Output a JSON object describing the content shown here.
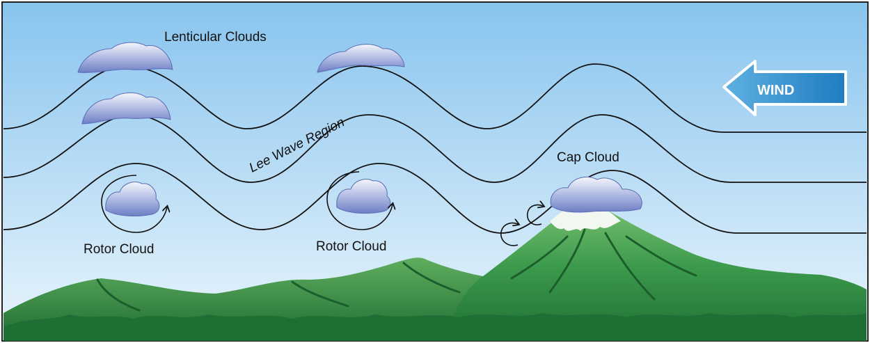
{
  "labels": {
    "lenticular_clouds": "Lenticular Clouds",
    "lee_wave_region": "Lee Wave Region",
    "cap_cloud": "Cap Cloud",
    "rotor_cloud_left": "Rotor Cloud",
    "rotor_cloud_right": "Rotor Cloud",
    "wind": "WIND"
  },
  "colors": {
    "sky_top": "#88c4ee",
    "sky_bottom": "#eaf5fc",
    "mountain_dark": "#1e6f33",
    "mountain_mid": "#3c9a4c",
    "mountain_light": "#77bf6f",
    "snow": "#f2f7ef",
    "cloud_light": "#f4f6fb",
    "cloud_mid": "#b7c1e6",
    "cloud_dark": "#6d7ec4",
    "wind_arrow": "#1f7cc0",
    "wind_arrow_light": "#5fb0e2",
    "line": "#111111"
  },
  "icons": {
    "wind": "left-arrow-icon",
    "rotor": "circular-arrow-icon"
  }
}
